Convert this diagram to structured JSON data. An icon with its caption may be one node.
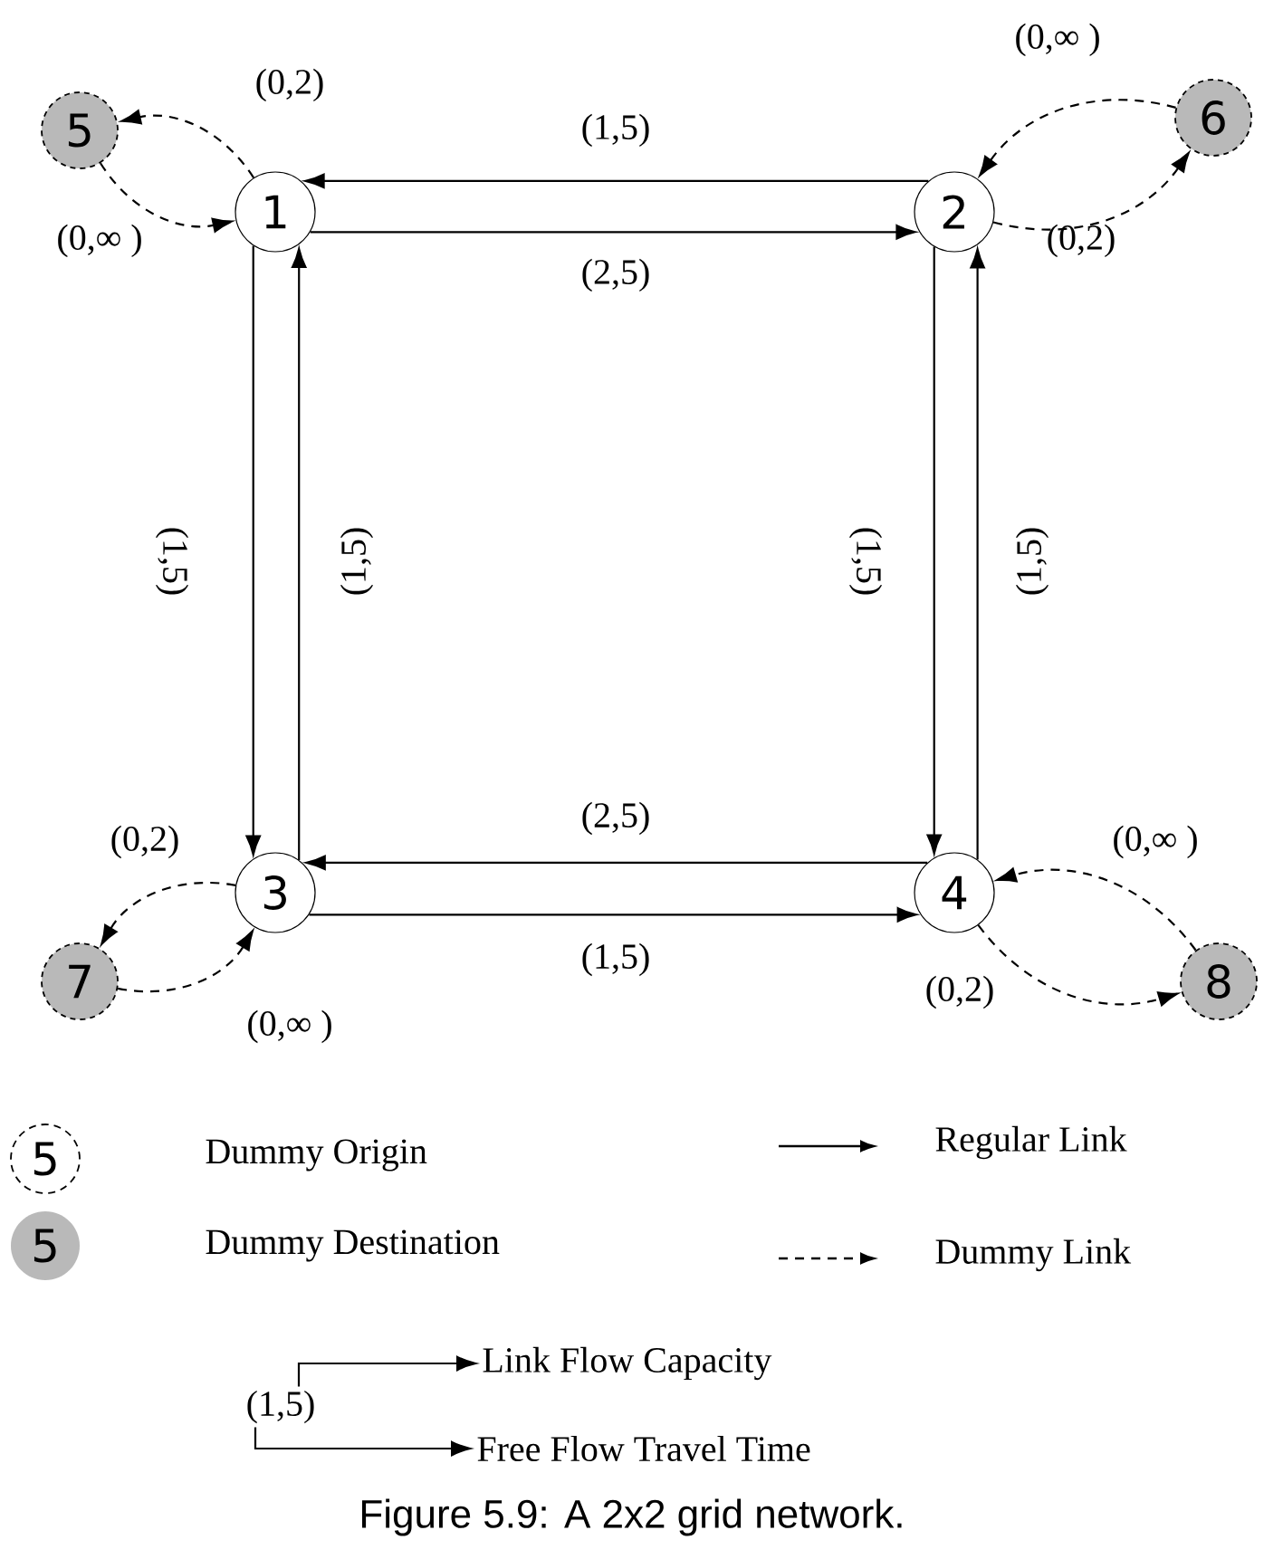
{
  "diagram": {
    "caption": "Figure 5.9: A 2x2 grid network.",
    "nodes": [
      {
        "text": [
          "1"
        ]
      },
      {
        "text": [
          "2"
        ]
      },
      {
        "text": [
          "3"
        ]
      },
      {
        "text": [
          "4"
        ]
      },
      {
        "text": [
          "5"
        ]
      },
      {
        "text": [
          "6"
        ]
      },
      {
        "text": [
          "7"
        ]
      },
      {
        "text": [
          "8"
        ]
      },
      {
        "text": [
          "5"
        ]
      },
      {
        "text": [
          "5"
        ]
      },
      {
        "text": [
          "(1,5)"
        ]
      },
      {
        "text": [
          "Link Flow Capacity"
        ]
      },
      {
        "text": [
          "Free Flow Travel Time"
        ]
      }
    ],
    "edges": [
      {
        "from": 1,
        "to": 0,
        "arrow": "to",
        "label": "(1,5)"
      },
      {
        "from": 0,
        "to": 1,
        "arrow": "to",
        "label": "(2,5)"
      },
      {
        "from": 0,
        "to": 2,
        "arrow": "to",
        "label": "(1,5)"
      },
      {
        "from": 2,
        "to": 0,
        "arrow": "to",
        "label": "(1,5)"
      },
      {
        "from": 1,
        "to": 3,
        "arrow": "to",
        "label": "(1,5)"
      },
      {
        "from": 3,
        "to": 1,
        "arrow": "to",
        "label": "(1,5)"
      },
      {
        "from": 3,
        "to": 2,
        "arrow": "to",
        "label": "(2,5)"
      },
      {
        "from": 2,
        "to": 3,
        "arrow": "to",
        "label": "(1,5)"
      },
      {
        "from": 0,
        "to": 4,
        "arrow": "to",
        "label": "(0,2)",
        "style": "dashed"
      },
      {
        "from": 4,
        "to": 0,
        "arrow": "to",
        "label": "(0,∞ )",
        "style": "dashed"
      },
      {
        "from": 5,
        "to": 1,
        "arrow": "to",
        "label": "(0,∞ )",
        "style": "dashed"
      },
      {
        "from": 1,
        "to": 5,
        "arrow": "to",
        "label": "(0,2)",
        "style": "dashed"
      },
      {
        "from": 2,
        "to": 6,
        "arrow": "to",
        "label": "(0,2)",
        "style": "dashed"
      },
      {
        "from": 6,
        "to": 2,
        "arrow": "to",
        "label": "(0,∞ )",
        "style": "dashed"
      },
      {
        "from": 7,
        "to": 3,
        "arrow": "to",
        "label": "(0,∞ )",
        "style": "dashed"
      },
      {
        "from": 3,
        "to": 7,
        "arrow": "to",
        "label": "(0,2)",
        "style": "dashed"
      },
      {
        "from": 10,
        "to": 11,
        "arrow": "to"
      },
      {
        "from": 10,
        "to": 12,
        "arrow": "to"
      }
    ],
    "legend": [
      {
        "text": "Dummy Origin"
      },
      {
        "text": "Regular Link"
      },
      {
        "text": "Dummy Destination"
      },
      {
        "text": "Dummy Link"
      }
    ]
  }
}
